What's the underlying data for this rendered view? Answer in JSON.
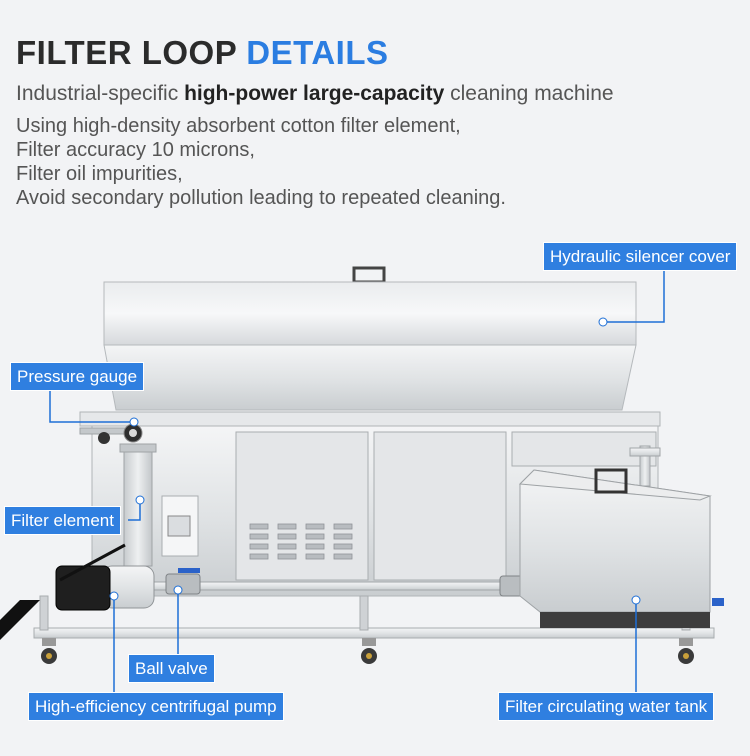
{
  "header": {
    "title_part1": "FILTER LOOP ",
    "title_part2": "DETAILS",
    "lead_prefix": "Industrial-specific ",
    "lead_bold": "high-power large-capacity",
    "lead_suffix": " cleaning machine",
    "lines": [
      "Using high-density absorbent cotton filter element,",
      "Filter accuracy 10 microns,",
      "Filter oil impurities,",
      "Avoid secondary pollution leading to repeated cleaning."
    ]
  },
  "callouts": {
    "hydraulic": "Hydraulic silencer cover",
    "pressure": "Pressure gauge",
    "filter_element": "Filter element",
    "ball_valve": "Ball valve",
    "pump": "High-efficiency centrifugal pump",
    "tank": "Filter circulating water tank"
  },
  "colors": {
    "accent": "#2b7de1",
    "callout_bg": "#2f7fe0",
    "steel": "#d9dcdf"
  }
}
